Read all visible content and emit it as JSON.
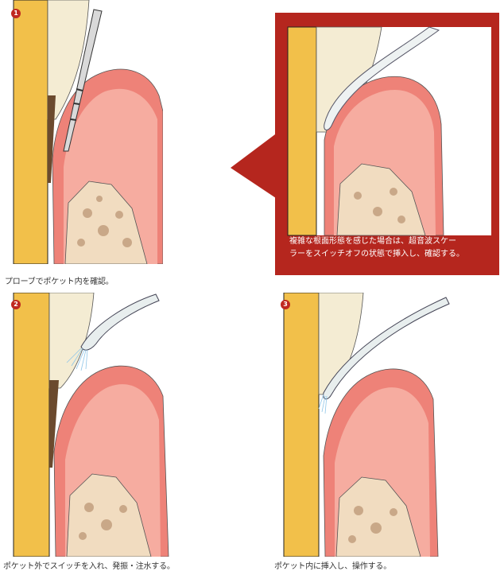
{
  "panels": [
    {
      "number": "1",
      "caption": "プローブでポケット内を確認。"
    },
    {
      "number": "2",
      "caption": "ポケット外でスイッチを入れ、発振・注水する。"
    },
    {
      "number": "3",
      "caption": "ポケット内に挿入し、操作する。"
    }
  ],
  "callout": {
    "line1": "複雑な根面形態を感じた場合は、超音波スケー",
    "line2": "ラーをスイッチオフの状態で挿入し、確認する。"
  },
  "colors": {
    "tooth_root": "#f2c04a",
    "gingiva": "#ee8278",
    "gingiva_inner": "#f6aca0",
    "bone": "#f1dcc0",
    "callout_red": "#b5261e"
  }
}
